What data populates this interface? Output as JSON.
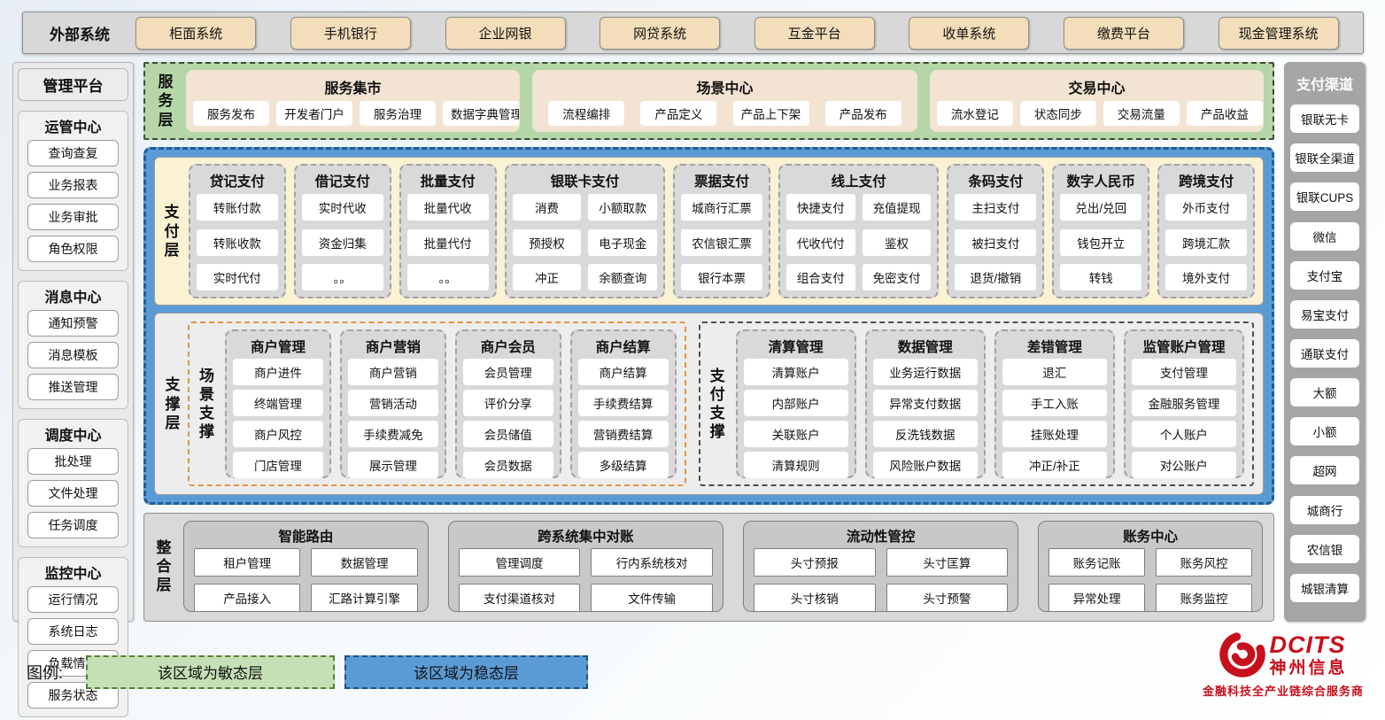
{
  "external": {
    "label": "外部系统",
    "systems": [
      "柜面系统",
      "手机银行",
      "企业网银",
      "网贷系统",
      "互金平台",
      "收单系统",
      "缴费平台",
      "现金管理系统"
    ]
  },
  "management": {
    "title": "管理平台",
    "groups": [
      {
        "title": "运管中心",
        "items": [
          "查询查复",
          "业务报表",
          "业务审批",
          "角色权限"
        ]
      },
      {
        "title": "消息中心",
        "items": [
          "通知预警",
          "消息模板",
          "推送管理"
        ]
      },
      {
        "title": "调度中心",
        "items": [
          "批处理",
          "文件处理",
          "任务调度"
        ]
      },
      {
        "title": "监控中心",
        "items": [
          "运行情况",
          "系统日志",
          "负载情况",
          "服务状态"
        ]
      }
    ]
  },
  "service_layer": {
    "label": "服务层",
    "centers": [
      {
        "title": "服务集市",
        "items": [
          "服务发布",
          "开发者门户",
          "服务治理",
          "数据字典管理"
        ]
      },
      {
        "title": "场景中心",
        "items": [
          "流程编排",
          "产品定义",
          "产品上下架",
          "产品发布"
        ]
      },
      {
        "title": "交易中心",
        "items": [
          "流水登记",
          "状态同步",
          "交易流量",
          "产品收益"
        ]
      }
    ]
  },
  "payment_layer": {
    "label": "支付层",
    "groups": [
      {
        "title": "贷记支付",
        "cols": 1,
        "items": [
          "转账付款",
          "转账收款",
          "实时代付"
        ]
      },
      {
        "title": "借记支付",
        "cols": 1,
        "items": [
          "实时代收",
          "资金归集",
          "。。"
        ]
      },
      {
        "title": "批量支付",
        "cols": 1,
        "items": [
          "批量代收",
          "批量代付",
          "。。"
        ]
      },
      {
        "title": "银联卡支付",
        "cols": 2,
        "items": [
          "消费",
          "小额取款",
          "预授权",
          "电子现金",
          "冲正",
          "余额查询"
        ]
      },
      {
        "title": "票据支付",
        "cols": 1,
        "items": [
          "城商行汇票",
          "农信银汇票",
          "银行本票"
        ]
      },
      {
        "title": "线上支付",
        "cols": 2,
        "items": [
          "快捷支付",
          "充值提现",
          "代收代付",
          "鉴权",
          "组合支付",
          "免密支付"
        ]
      },
      {
        "title": "条码支付",
        "cols": 1,
        "items": [
          "主扫支付",
          "被扫支付",
          "退货/撤销"
        ]
      },
      {
        "title": "数字人民币",
        "cols": 1,
        "items": [
          "兑出/兑回",
          "钱包开立",
          "转钱"
        ]
      },
      {
        "title": "跨境支付",
        "cols": 1,
        "items": [
          "外币支付",
          "跨境汇款",
          "境外支付"
        ]
      }
    ]
  },
  "support_layer": {
    "label": "支撑层",
    "sections": [
      {
        "label": "场景支撑",
        "accent": "orange",
        "groups": [
          {
            "title": "商户管理",
            "items": [
              "商户进件",
              "终端管理",
              "商户风控",
              "门店管理"
            ]
          },
          {
            "title": "商户营销",
            "items": [
              "商户营销",
              "营销活动",
              "手续费减免",
              "展示管理"
            ]
          },
          {
            "title": "商户会员",
            "items": [
              "会员管理",
              "评价分享",
              "会员储值",
              "会员数据"
            ]
          },
          {
            "title": "商户结算",
            "items": [
              "商户结算",
              "手续费结算",
              "营销费结算",
              "多级结算"
            ]
          }
        ]
      },
      {
        "label": "支付支撑",
        "accent": "dark",
        "groups": [
          {
            "title": "清算管理",
            "items": [
              "清算账户",
              "内部账户",
              "关联账户",
              "清算规则"
            ]
          },
          {
            "title": "数据管理",
            "items": [
              "业务运行数据",
              "异常支付数据",
              "反洗钱数据",
              "风险账户数据"
            ]
          },
          {
            "title": "差错管理",
            "items": [
              "退汇",
              "手工入账",
              "挂账处理",
              "冲正/补正"
            ]
          },
          {
            "title": "监管账户管理",
            "items": [
              "支付管理",
              "金融服务管理",
              "个人账户",
              "对公账户"
            ]
          }
        ]
      }
    ]
  },
  "integration_layer": {
    "label": "整合层",
    "modules": [
      {
        "title": "智能路由",
        "items": [
          "租户管理",
          "数据管理",
          "产品接入",
          "汇路计算引擎"
        ]
      },
      {
        "title": "跨系统集中对账",
        "items": [
          "管理调度",
          "行内系统核对",
          "支付渠道核对",
          "文件传输"
        ]
      },
      {
        "title": "流动性管控",
        "items": [
          "头寸预报",
          "头寸匡算",
          "头寸核销",
          "头寸预警"
        ]
      },
      {
        "title": "账务中心",
        "items": [
          "账务记账",
          "账务风控",
          "异常处理",
          "账务监控"
        ]
      }
    ]
  },
  "channels": {
    "title": "支付渠道",
    "items": [
      "银联无卡",
      "银联全渠道",
      "银联CUPS",
      "微信",
      "支付宝",
      "易宝支付",
      "通联支付",
      "大额",
      "小额",
      "超网",
      "城商行",
      "农信银",
      "城银清算"
    ]
  },
  "legend": {
    "label": "图例:",
    "agile": "该区域为敏态层",
    "stable": "该区域为稳态层"
  },
  "logo": {
    "name": "DCITS",
    "company": "神州信息",
    "tagline": "金融科技全产业链综合服务商"
  },
  "colors": {
    "agile_green": "#b5d6a7",
    "stable_blue": "#5b9bd5",
    "payment_yellow": "#fbf1d3",
    "external_tan": "#f3ddba",
    "scene_accent_orange": "#e2953f",
    "logo_red": "#c8101c"
  }
}
